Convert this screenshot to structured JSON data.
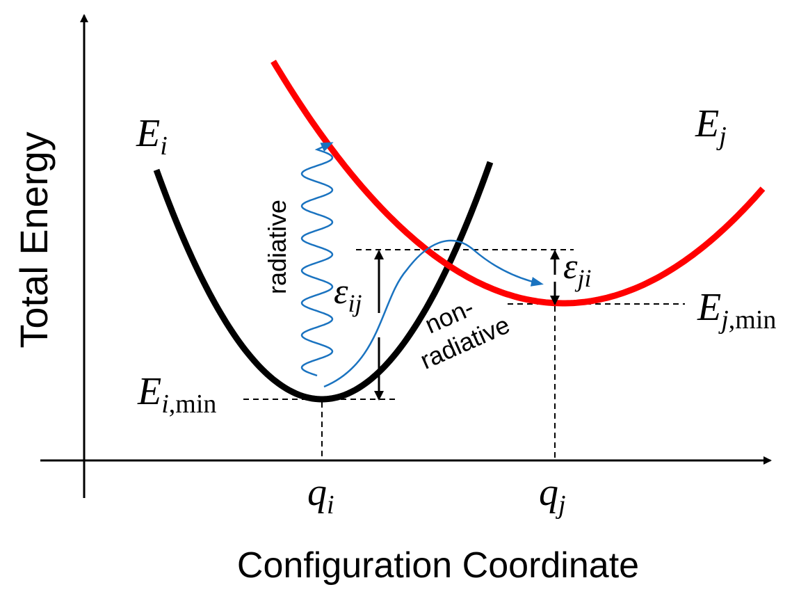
{
  "axes": {
    "y_title": "Total Energy",
    "x_title": "Configuration Coordinate"
  },
  "curves": {
    "i": {
      "symbol": "E",
      "sub": "i",
      "color": "#000000"
    },
    "j": {
      "symbol": "E",
      "sub": "j",
      "color": "#ff0000"
    }
  },
  "minima": {
    "i": {
      "symbol": "E",
      "sub": "i",
      "sub_rest": ",min"
    },
    "j": {
      "symbol": "E",
      "sub": "j",
      "sub_rest": ",min"
    }
  },
  "ticks": {
    "qi": {
      "symbol": "q",
      "sub": "i"
    },
    "qj": {
      "symbol": "q",
      "sub": "j"
    }
  },
  "barriers": {
    "ij": {
      "symbol": "ε",
      "sub": "ij"
    },
    "ji": {
      "symbol": "ε",
      "sub": "ji"
    }
  },
  "transitions": {
    "radiative": {
      "label": "radiative",
      "color": "#1a73c0"
    },
    "nonradiative": {
      "label_line1": "non-",
      "label_line2": "radiative",
      "color": "#1a73c0"
    }
  }
}
